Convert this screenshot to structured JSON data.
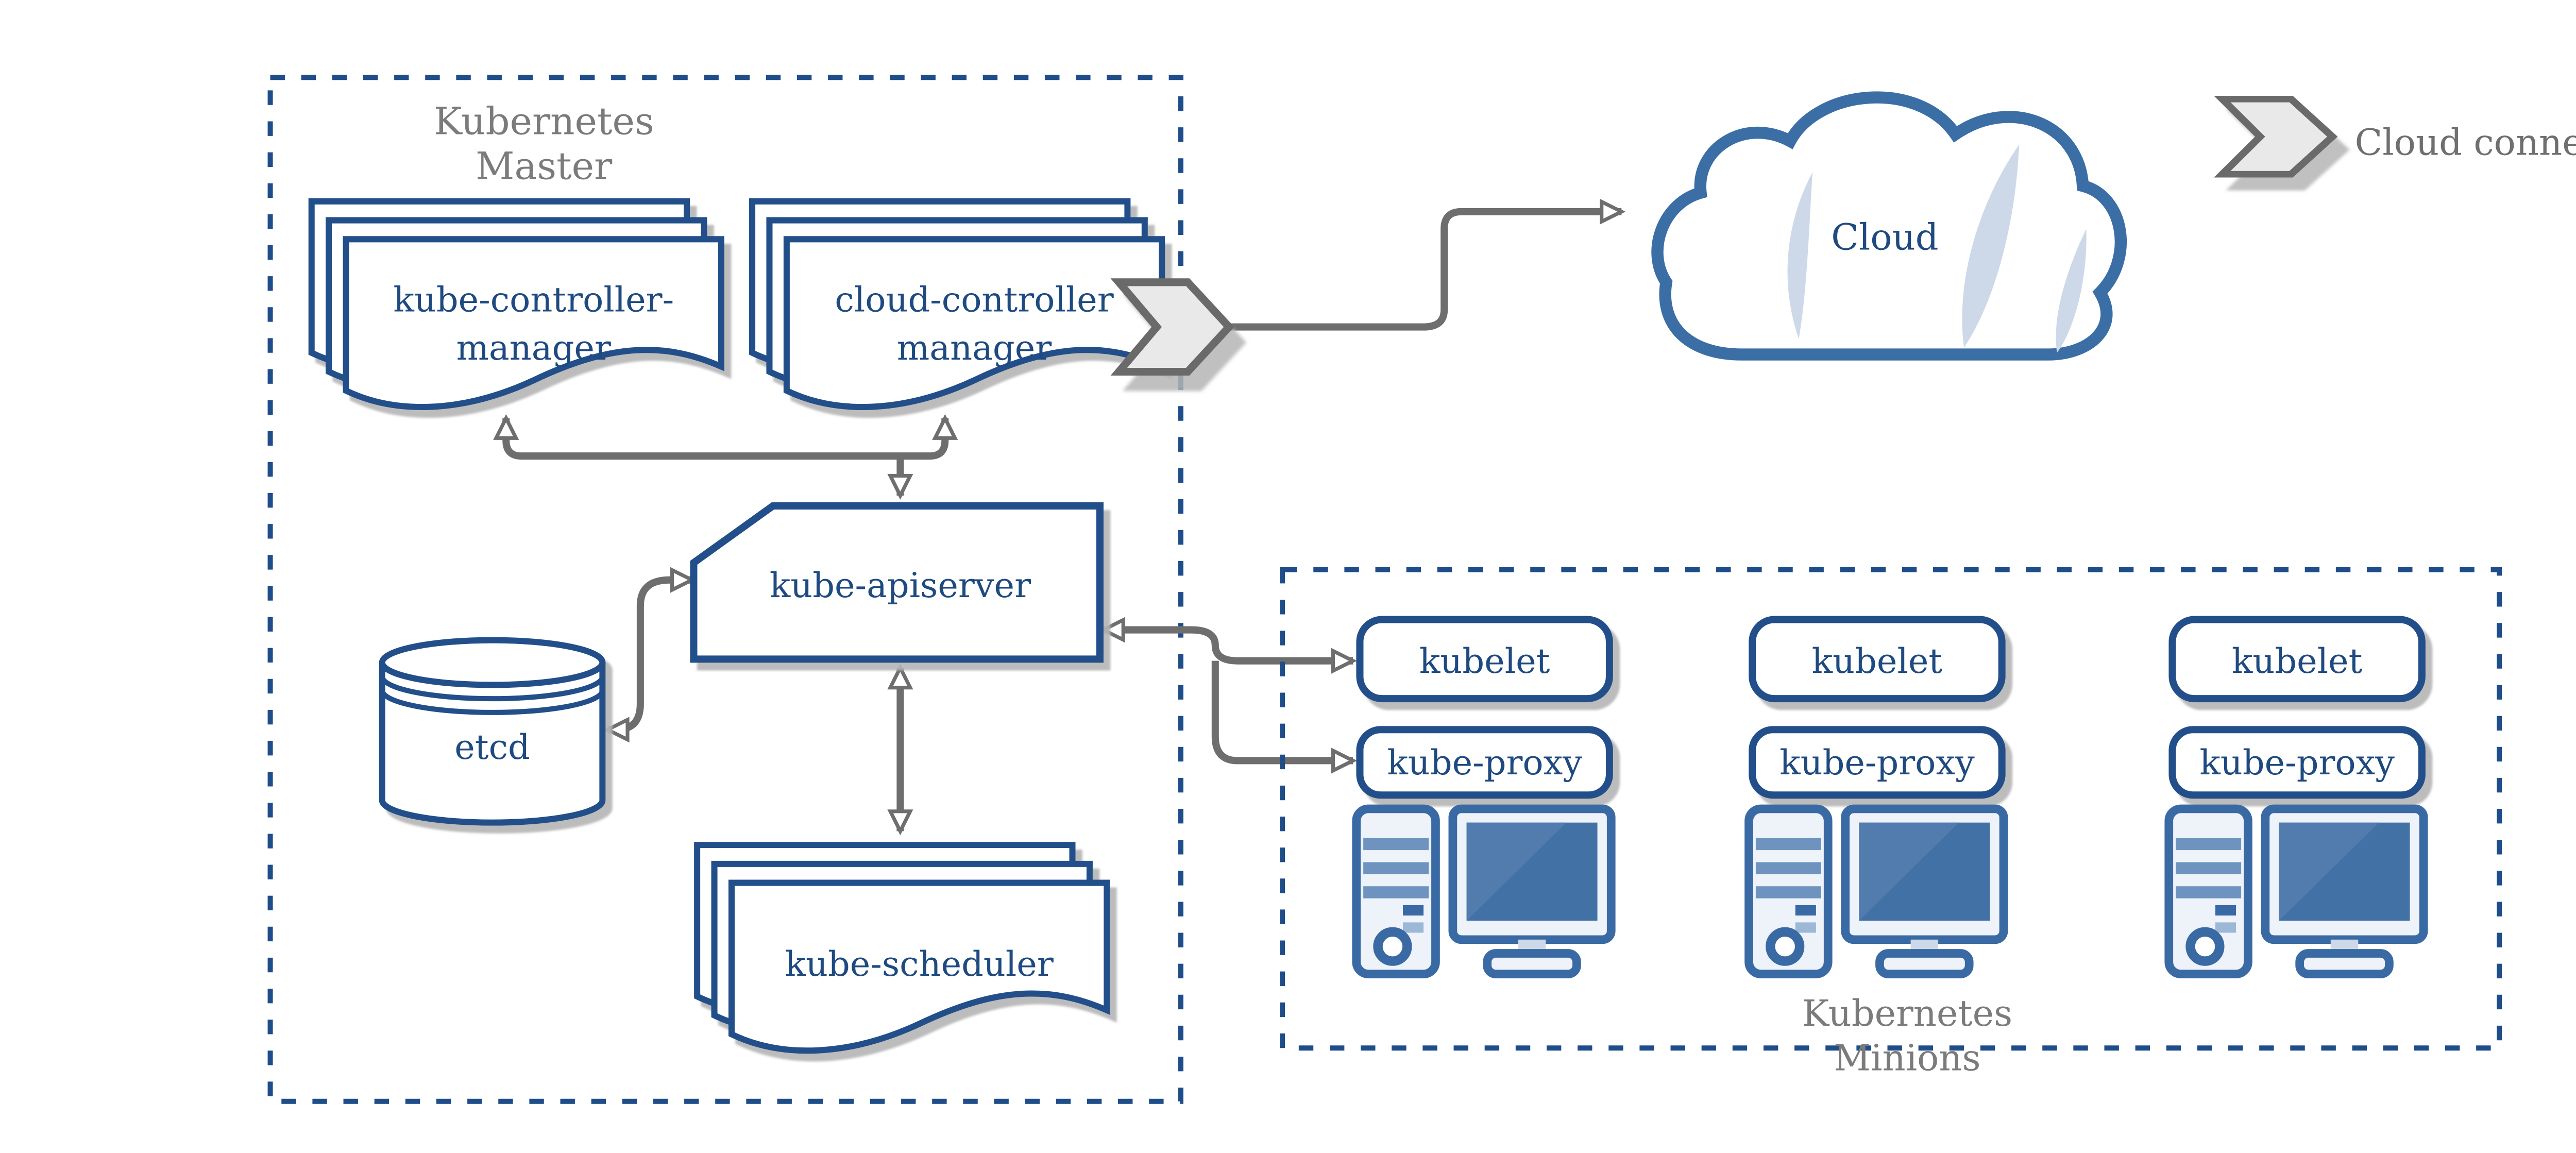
{
  "master": {
    "title_line1": "Kubernetes",
    "title_line2": "Master"
  },
  "nodes": {
    "kube_controller_manager": {
      "line1": "kube-controller-",
      "line2": "manager"
    },
    "cloud_controller_manager": {
      "line1": "cloud-controller",
      "line2": "manager"
    },
    "kube_apiserver": {
      "label": "kube-apiserver"
    },
    "etcd": {
      "label": "etcd"
    },
    "kube_scheduler": {
      "label": "kube-scheduler"
    },
    "cloud": {
      "label": "Cloud"
    }
  },
  "minions": {
    "title_line1": "Kubernetes",
    "title_line2": "Minions",
    "columns": [
      {
        "kubelet": "kubelet",
        "kube_proxy": "kube-proxy"
      },
      {
        "kubelet": "kubelet",
        "kube_proxy": "kube-proxy"
      },
      {
        "kubelet": "kubelet",
        "kube_proxy": "kube-proxy"
      }
    ]
  },
  "legend": {
    "label": "Cloud connector"
  },
  "colors": {
    "node_border": "#21508a",
    "node_text": "#1e4a80",
    "dashed_border": "#1e4d8a",
    "gray_text": "#7b7b7b",
    "arrow_gray": "#6e6e6e",
    "shadow_gray": "#b5b5b5",
    "cloud_border": "#3a6ea5",
    "cloud_sliver": "#cdd9e9",
    "icon_blue": "#3a6aa4",
    "icon_fill": "#eef2f9",
    "screen_blue": "#4271a6",
    "screen_highlight": "#537cae",
    "stripe_blue": "#6e93bf",
    "connector_fill": "#e9e9e9",
    "connector_stroke": "#6b6b6b"
  }
}
